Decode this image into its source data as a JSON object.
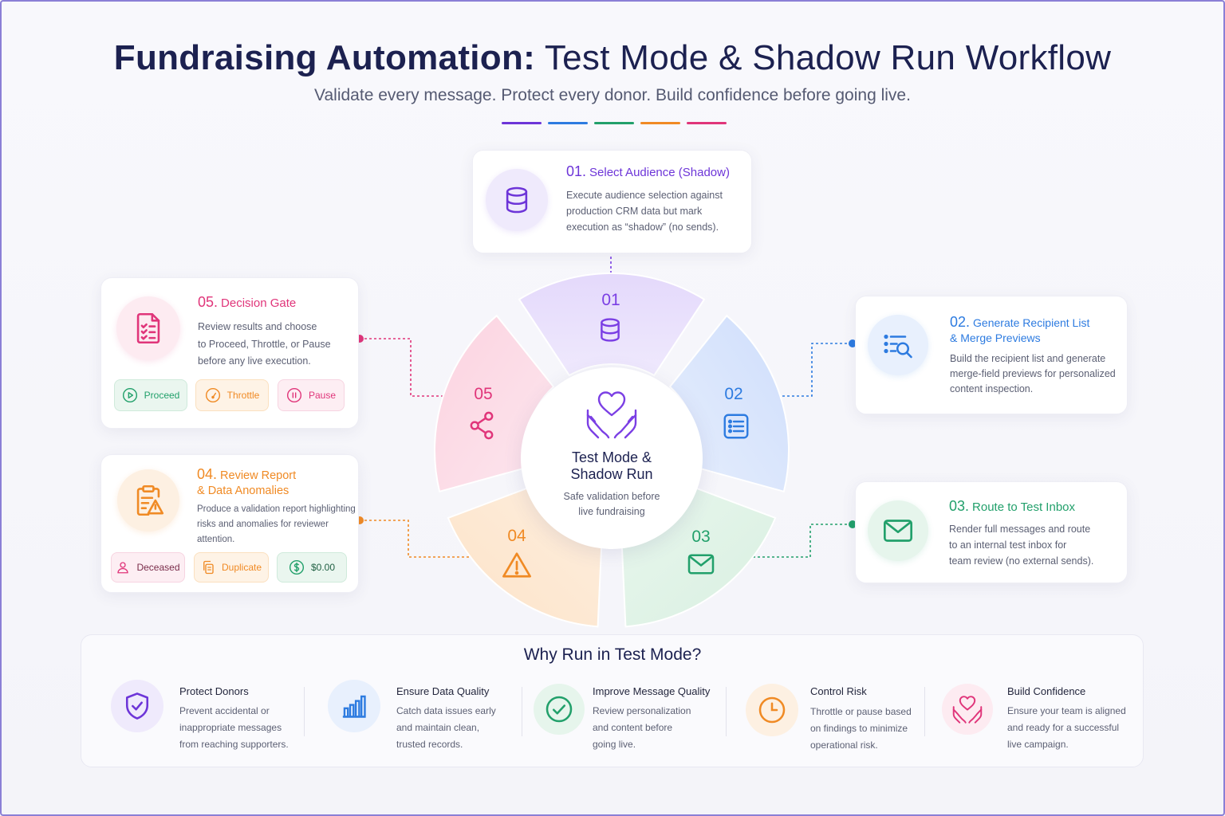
{
  "header": {
    "title_bold": "Fundraising Automation:",
    "title_rest": "Test Mode & Shadow Run Workflow",
    "subtitle": "Validate every message. Protect every donor. Build confidence before going live.",
    "dash_colors": [
      "#6d35d8",
      "#2d7be0",
      "#22a06b",
      "#f08a24",
      "#e0357a"
    ]
  },
  "center": {
    "title_line1": "Test Mode &",
    "title_line2": "Shadow Run",
    "sub_line1": "Safe validation before",
    "sub_line2": "live fundraising",
    "icon": "heart-hands-icon"
  },
  "wheel": {
    "segments": [
      {
        "num": "01",
        "color": "#7b3fe4",
        "icon": "database-icon"
      },
      {
        "num": "02",
        "color": "#2d7be0",
        "icon": "list-icon"
      },
      {
        "num": "03",
        "color": "#22a06b",
        "icon": "mail-icon"
      },
      {
        "num": "04",
        "color": "#f08a24",
        "icon": "warning-icon"
      },
      {
        "num": "05",
        "color": "#e0357a",
        "icon": "branch-icon"
      }
    ]
  },
  "steps": {
    "s01": {
      "num": "01.",
      "title": "Select Audience (Shadow)",
      "desc": [
        "Execute audience selection against",
        "production CRM data but mark",
        "execution as “shadow” (no sends)."
      ],
      "color": "#6d35d8",
      "icon": "database-icon"
    },
    "s02": {
      "num": "02.",
      "title_line1": "Generate Recipient List",
      "title_line2": "& Merge Previews",
      "desc": [
        "Build the recipient list and generate",
        "merge-field previews for personalized",
        "content inspection."
      ],
      "color": "#2d7be0",
      "icon": "list-search-icon"
    },
    "s03": {
      "num": "03.",
      "title": "Route to Test Inbox",
      "desc": [
        "Render full messages and route",
        "to an internal test inbox for",
        "team review (no external sends)."
      ],
      "color": "#22a06b",
      "icon": "mail-icon"
    },
    "s04": {
      "num": "04.",
      "title_line1": "Review Report",
      "title_line2": "& Data Anomalies",
      "desc": [
        "Produce a validation report highlighting",
        "risks and anomalies for reviewer",
        "attention."
      ],
      "color": "#f08a24",
      "icon": "clipboard-warning-icon",
      "chips": [
        {
          "label": "Deceased",
          "icon": "person-icon",
          "color": "#e0357a"
        },
        {
          "label": "Duplicate",
          "icon": "copy-icon",
          "color": "#f08a24"
        },
        {
          "label": "$0.00",
          "icon": "dollar-icon",
          "color": "#22a06b"
        }
      ]
    },
    "s05": {
      "num": "05.",
      "title": "Decision Gate",
      "desc": [
        "Review results and choose",
        "to Proceed, Throttle, or Pause",
        "before any live execution."
      ],
      "color": "#e0357a",
      "icon": "checklist-icon",
      "chips": [
        {
          "label": "Proceed",
          "icon": "play-icon",
          "color": "#22a06b"
        },
        {
          "label": "Throttle",
          "icon": "gauge-icon",
          "color": "#f08a24"
        },
        {
          "label": "Pause",
          "icon": "pause-icon",
          "color": "#e0357a"
        }
      ]
    }
  },
  "why": {
    "title": "Why Run in Test Mode?",
    "items": [
      {
        "title": "Protect Donors",
        "desc": [
          "Prevent accidental or",
          "inappropriate messages",
          "from reaching supporters."
        ],
        "icon": "shield-check-icon",
        "color": "#6d35d8"
      },
      {
        "title": "Ensure Data Quality",
        "desc": [
          "Catch data issues early",
          "and maintain clean,",
          "trusted records."
        ],
        "icon": "bar-chart-icon",
        "color": "#2d7be0"
      },
      {
        "title": "Improve Message Quality",
        "desc": [
          "Review personalization",
          "and content before",
          "going live."
        ],
        "icon": "check-circle-icon",
        "color": "#22a06b"
      },
      {
        "title": "Control Risk",
        "desc": [
          "Throttle or pause based",
          "on findings to minimize",
          "operational risk."
        ],
        "icon": "clock-icon",
        "color": "#f08a24"
      },
      {
        "title": "Build Confidence",
        "desc": [
          "Ensure your team is aligned",
          "and ready for a successful",
          "live campaign."
        ],
        "icon": "heart-hands-icon",
        "color": "#e0357a"
      }
    ]
  }
}
